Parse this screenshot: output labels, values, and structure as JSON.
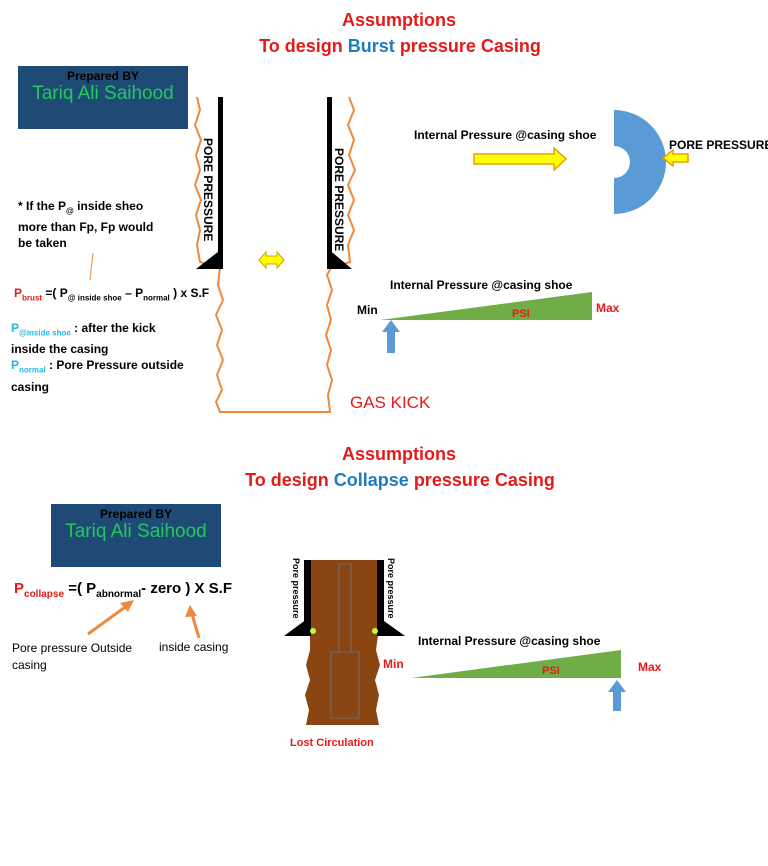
{
  "burst": {
    "title_line1": "Assumptions",
    "title_pre": "To design ",
    "title_key": "Burst",
    "title_post": " pressure Casing",
    "prepared_label": "Prepared BY",
    "prepared_name": "Tariq Ali Saihood",
    "wall_label_left": "PORE PRESSURE",
    "wall_label_right": "PORE PRESSURE",
    "note_line1_a": "* If the P",
    "note_line1_sub": "@",
    "note_line1_b": " inside sheo",
    "note_line2": "more than Fp, Fp would",
    "note_line3": "be taken",
    "eq_p": "P",
    "eq_p_sub": "brust",
    "eq_mid": " =( P",
    "eq_mid_sub": "@ inside shoe",
    "eq_minus": " – P",
    "eq_minus_sub": "normal",
    "eq_end": " ) x S.F",
    "def1_p": "P",
    "def1_sub": "@inside shoe",
    "def1_text": " : after the kick",
    "def1_text2": "inside the casing",
    "def2_p": "P",
    "def2_sub": "normal",
    "def2_text": " : Pore Pressure outside",
    "def2_text2": "casing",
    "internal_label": "Internal Pressure @casing shoe",
    "pore_label": "PORE PRESSURE",
    "gradient_label": "Internal Pressure @casing shoe",
    "min_label": "Min",
    "max_label": "Max",
    "psi_label": "PSI",
    "gas_kick": "GAS KICK"
  },
  "collapse": {
    "title_line1": "Assumptions",
    "title_pre": "To design ",
    "title_key": "Collapse",
    "title_post": " pressure Casing",
    "prepared_label": "Prepared BY",
    "prepared_name": "Tariq Ali Saihood",
    "eq_p": "P",
    "eq_p_sub": "collapse",
    "eq_mid": " =( P",
    "eq_mid_sub": "abnormal",
    "eq_end": "-  zero ) X S.F",
    "pore_outside_1": "Pore pressure Outside",
    "pore_outside_2": "casing",
    "inside_casing": "inside casing",
    "wall_label_left": "Pore pressure",
    "wall_label_right": "Pore pressure",
    "lost_circulation": "Lost Circulation",
    "gradient_label": "Internal Pressure @casing shoe",
    "min_label": "Min",
    "max_label": "Max",
    "psi_label": "PSI"
  },
  "colors": {
    "title_red": "#e31b1b",
    "key_blue": "#1f7bc2",
    "name_green": "#21c95a",
    "box_navy": "#1e4a75",
    "wellbore_orange": "#f0883a",
    "gradient_green": "#70ad47",
    "arrow_yellow": "#ffff00",
    "arrow_blue": "#5b9bd5",
    "mud_brown": "#8b4513"
  },
  "icons": [
    "double-arrow-icon",
    "right-arrow-icon",
    "left-arrow-icon",
    "up-arrow-icon",
    "half-ring-icon"
  ]
}
